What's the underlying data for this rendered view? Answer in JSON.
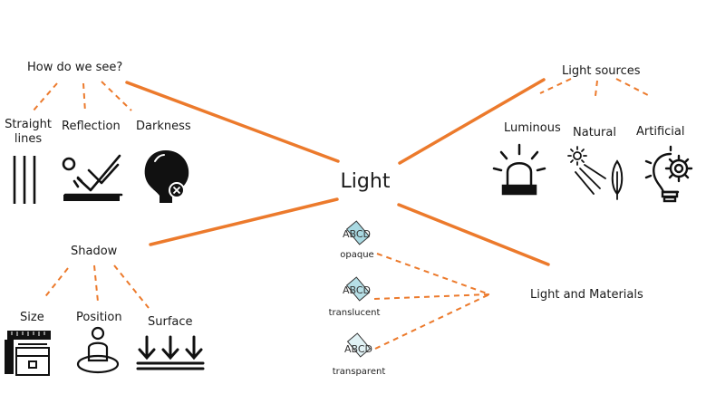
{
  "central": "Light",
  "how_we_see": {
    "title": "How do we see?",
    "items": [
      "Straight\nlines",
      "Reflection",
      "Darkness"
    ]
  },
  "light_sources": {
    "title": "Light sources",
    "items": [
      "Luminous",
      "Natural",
      "Artificial"
    ]
  },
  "shadow": {
    "title": "Shadow",
    "items": [
      "Size",
      "Position",
      "Surface"
    ]
  },
  "materials": {
    "title": "Light and Materials",
    "items": [
      "opaque",
      "translucent",
      "transparent"
    ],
    "icon_text": "ABCD"
  },
  "colors": {
    "accent": "#ec7a2c",
    "ink": "#111111",
    "glass": "#a9d9e2"
  }
}
